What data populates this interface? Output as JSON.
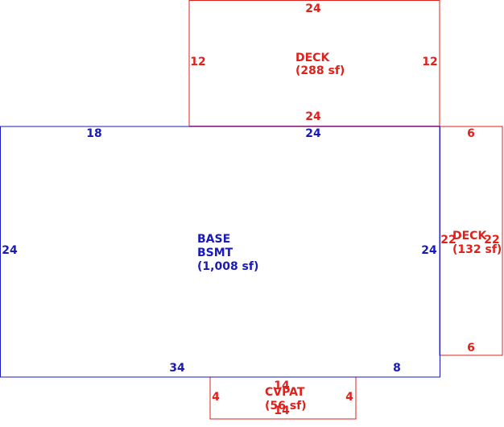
{
  "colors": {
    "deck": "#e0201b",
    "base": "#1a1ab8"
  },
  "areas": {
    "deck_top": {
      "name": "DECK",
      "area": "(288 sf)"
    },
    "base": {
      "name1": "BASE",
      "name2": "BSMT",
      "area": "(1,008 sf)"
    },
    "deck_right": {
      "name": "DECK",
      "area": "(132 sf)"
    },
    "cvpat": {
      "name": "CVPAT",
      "area": "(56 sf)"
    }
  },
  "dims": {
    "deck_top": {
      "top": "24",
      "left": "12",
      "right": "12",
      "bottom": "24"
    },
    "base": {
      "top_left": "18",
      "top_mid": "24",
      "left": "24",
      "right": "24",
      "bottom_left": "34",
      "bottom_right": "8"
    },
    "deck_right": {
      "top": "6",
      "left": "22",
      "right": "22",
      "bottom": "6"
    },
    "cvpat": {
      "top": "14",
      "left": "4",
      "right": "4",
      "bottom": "14"
    }
  }
}
